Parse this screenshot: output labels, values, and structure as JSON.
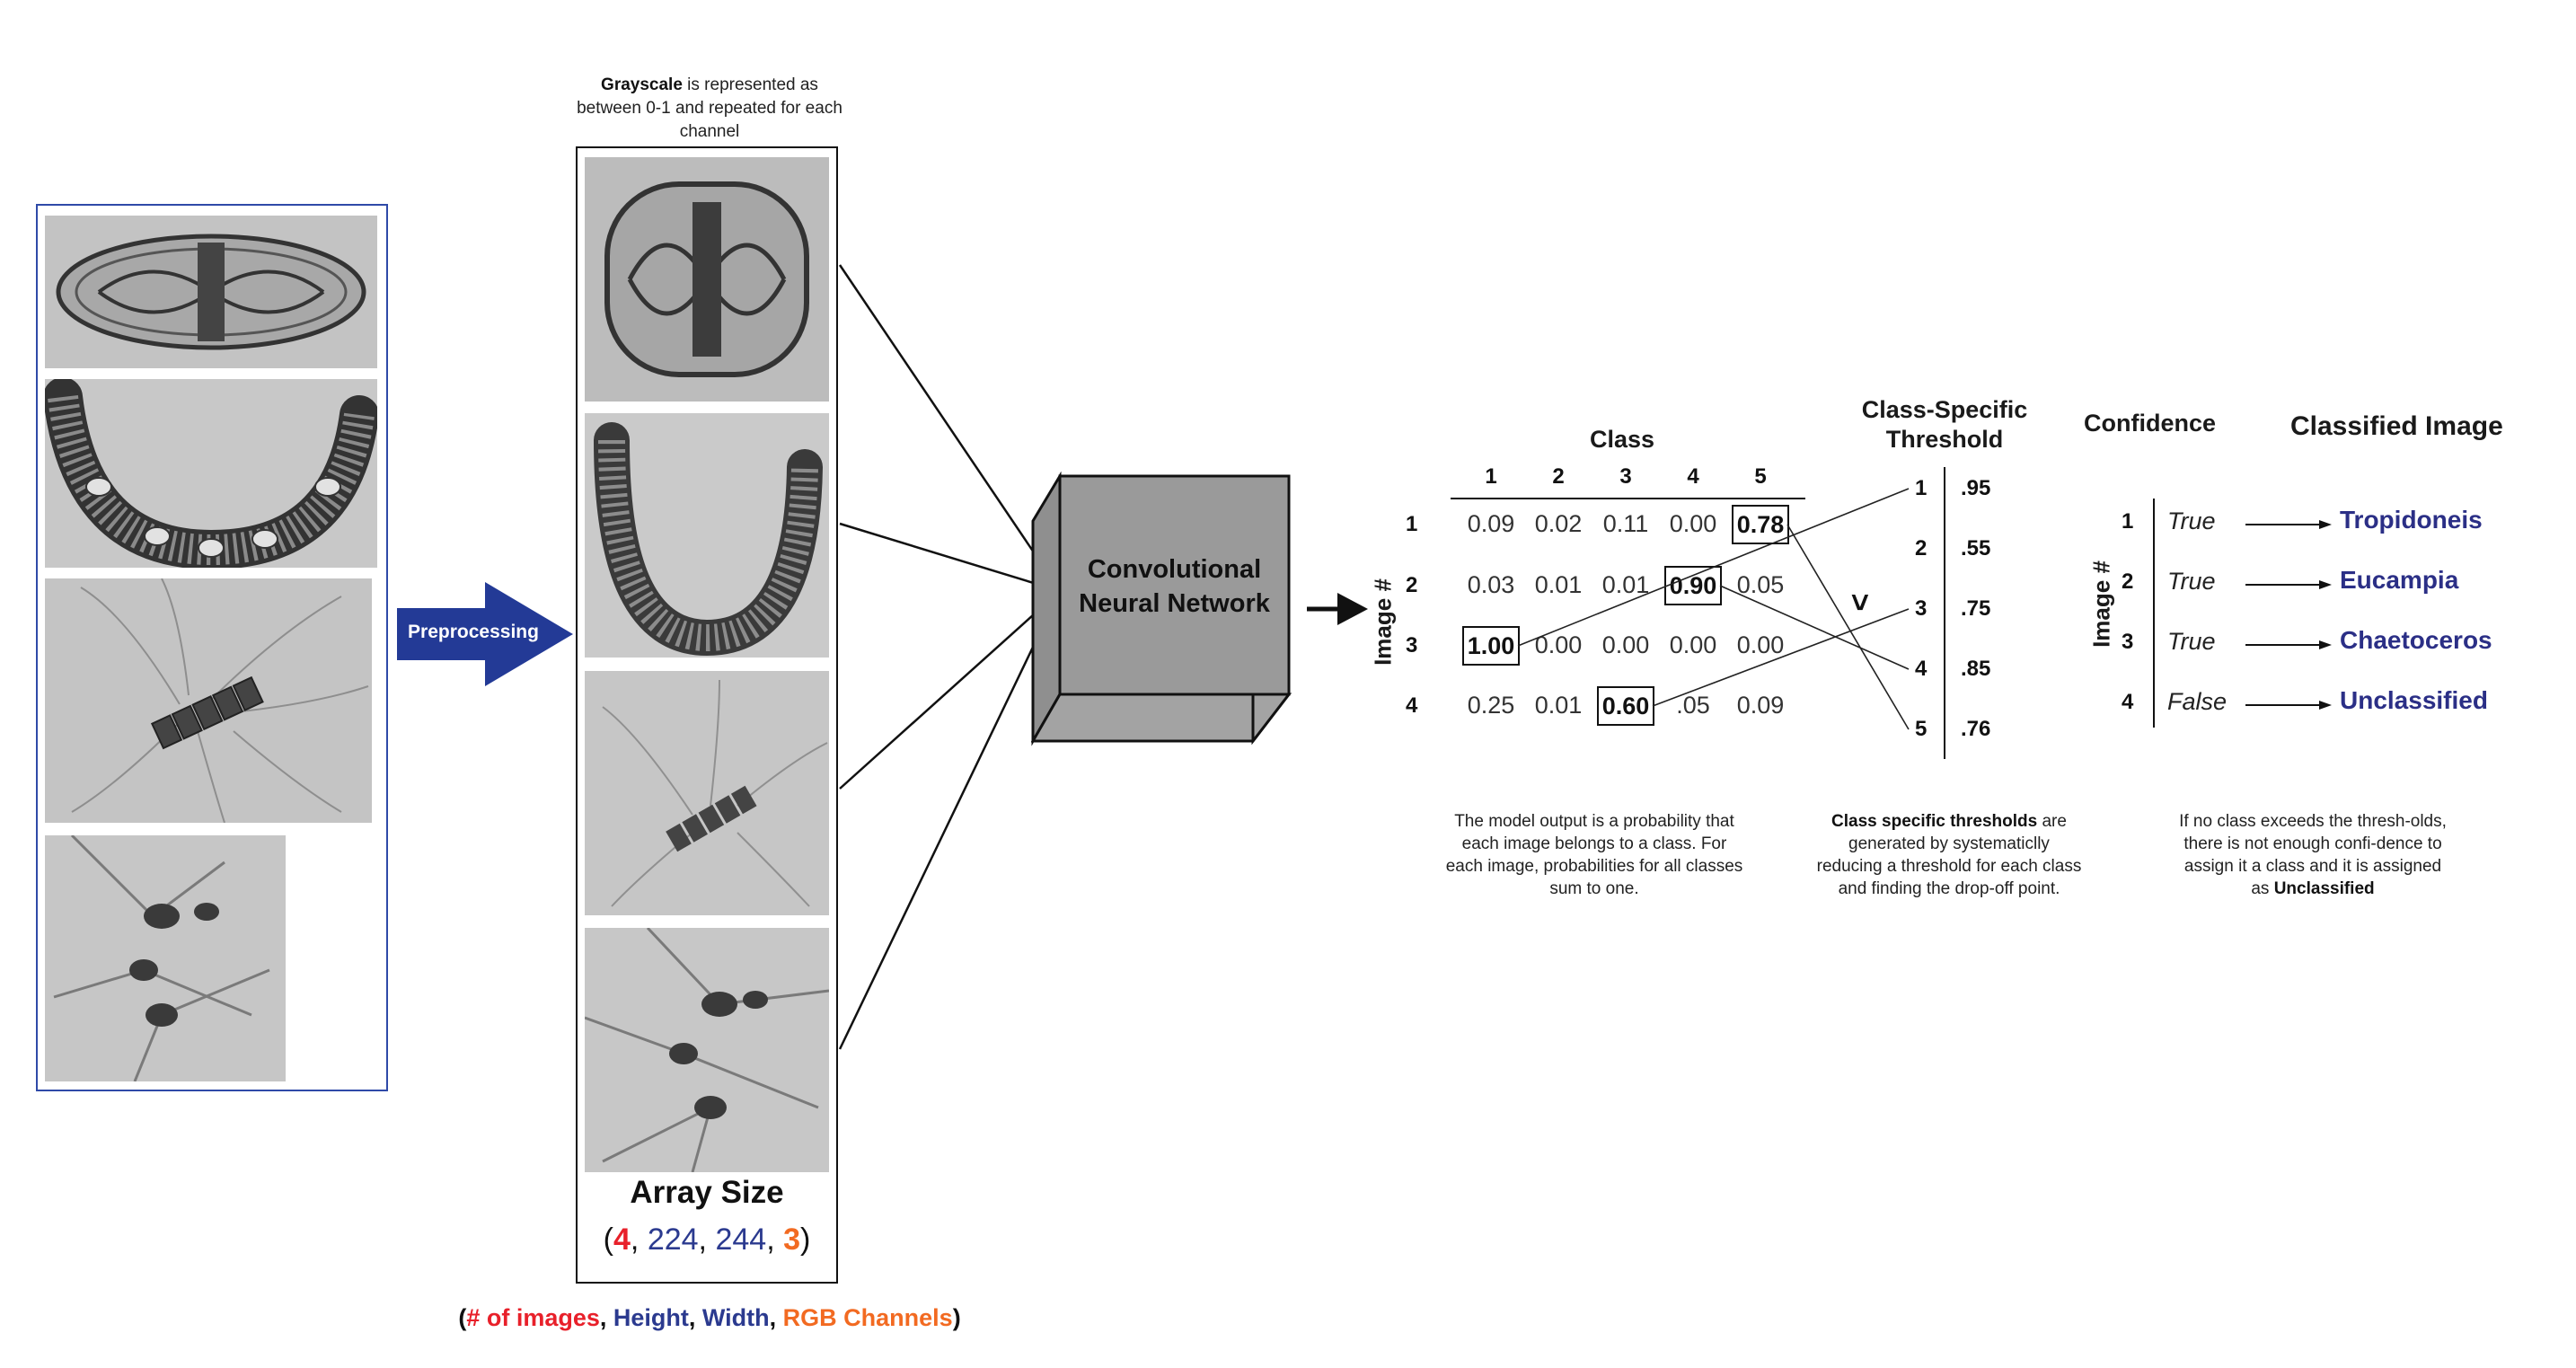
{
  "preprocessing": {
    "label": "Preprocessing"
  },
  "grayscale_note": {
    "bold": "Grayscale",
    "rest": " is represented as between 0-1 and repeated for each channel"
  },
  "array": {
    "title": "Array Size",
    "open": "(",
    "n": "4",
    "sep1": ", ",
    "h": "224",
    "sep2": ", ",
    "w": "244",
    "sep3": ", ",
    "c": "3",
    "close": ")"
  },
  "legend": {
    "open": "(",
    "n": "# of images",
    "sep1": ", ",
    "h": "Height",
    "sep2": ", ",
    "w": "Width",
    "sep3": ", ",
    "c": "RGB Channels",
    "close": ")"
  },
  "cnn": {
    "line1": "Convolutional",
    "line2": "Neural Network"
  },
  "matrix": {
    "header": "Class",
    "row_axis": "Image #",
    "cols": [
      "1",
      "2",
      "3",
      "4",
      "5"
    ],
    "rows": [
      {
        "id": "1",
        "values": [
          "0.09",
          "0.02",
          "0.11",
          "0.00",
          "0.78"
        ]
      },
      {
        "id": "2",
        "values": [
          "0.03",
          "0.01",
          "0.01",
          "0.90",
          "0.05"
        ]
      },
      {
        "id": "3",
        "values": [
          "1.00",
          "0.00",
          "0.00",
          "0.00",
          "0.00"
        ]
      },
      {
        "id": "4",
        "values": [
          "0.25",
          "0.01",
          "0.60",
          ".05",
          "0.09"
        ]
      }
    ],
    "caption": "The model output is a probability that each image belongs to a class. For each image, probabilities for all classes sum to one."
  },
  "threshold": {
    "header_line1": "Class-Specific",
    "header_line2": "Threshold",
    "symbol": ">",
    "items": [
      {
        "idx": "1",
        "val": ".95"
      },
      {
        "idx": "2",
        "val": ".55"
      },
      {
        "idx": "3",
        "val": ".75"
      },
      {
        "idx": "4",
        "val": ".85"
      },
      {
        "idx": "5",
        "val": ".76"
      }
    ],
    "caption_bold": "Class specific thresholds",
    "caption_rest": " are generated by systematiclly reducing a threshold for each class and finding the drop-off point."
  },
  "confidence": {
    "header": "Confidence",
    "row_axis": "Image #",
    "items": [
      {
        "idx": "1",
        "val": "True"
      },
      {
        "idx": "2",
        "val": "True"
      },
      {
        "idx": "3",
        "val": "True"
      },
      {
        "idx": "4",
        "val": "False"
      }
    ],
    "caption_rest": "If no class exceeds the thresh-olds, there is not enough confi-dence to assign it a class and it is assigned as ",
    "caption_bold": "Unclassified"
  },
  "classified": {
    "header": "Classified Image",
    "items": [
      "Tropidoneis",
      "Eucampia",
      "Chaetoceros",
      "Unclassified"
    ]
  },
  "colors": {
    "red": "#e8202a",
    "blue": "#2b3a8f",
    "orange": "#f26a21",
    "arrow_blue": "#233a96",
    "class_name": "#2b2f86",
    "cnn_gray": "#9a9a9a"
  }
}
